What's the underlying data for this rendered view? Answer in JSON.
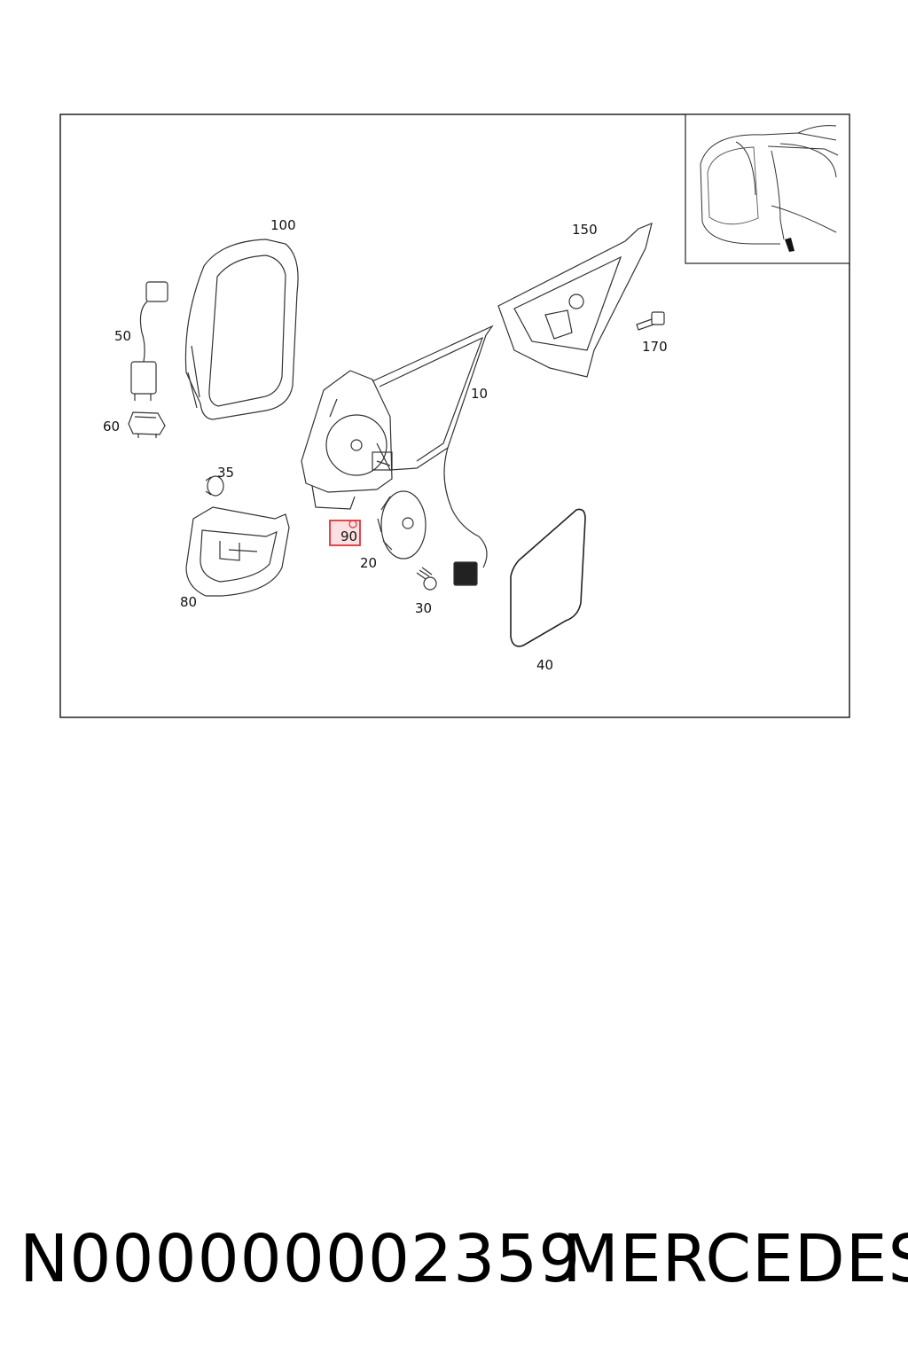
{
  "diagram": {
    "callouts": {
      "c100": "100",
      "c150": "150",
      "c50": "50",
      "c170": "170",
      "c10": "10",
      "c60": "60",
      "c35": "35",
      "c90": "90",
      "c20": "20",
      "c30": "30",
      "c80": "80",
      "c40": "40"
    },
    "highlighted_callout": "90",
    "highlight_color": "#e0343a"
  },
  "footer": {
    "part_number": "N000000002359",
    "brand": "MERCEDES"
  }
}
